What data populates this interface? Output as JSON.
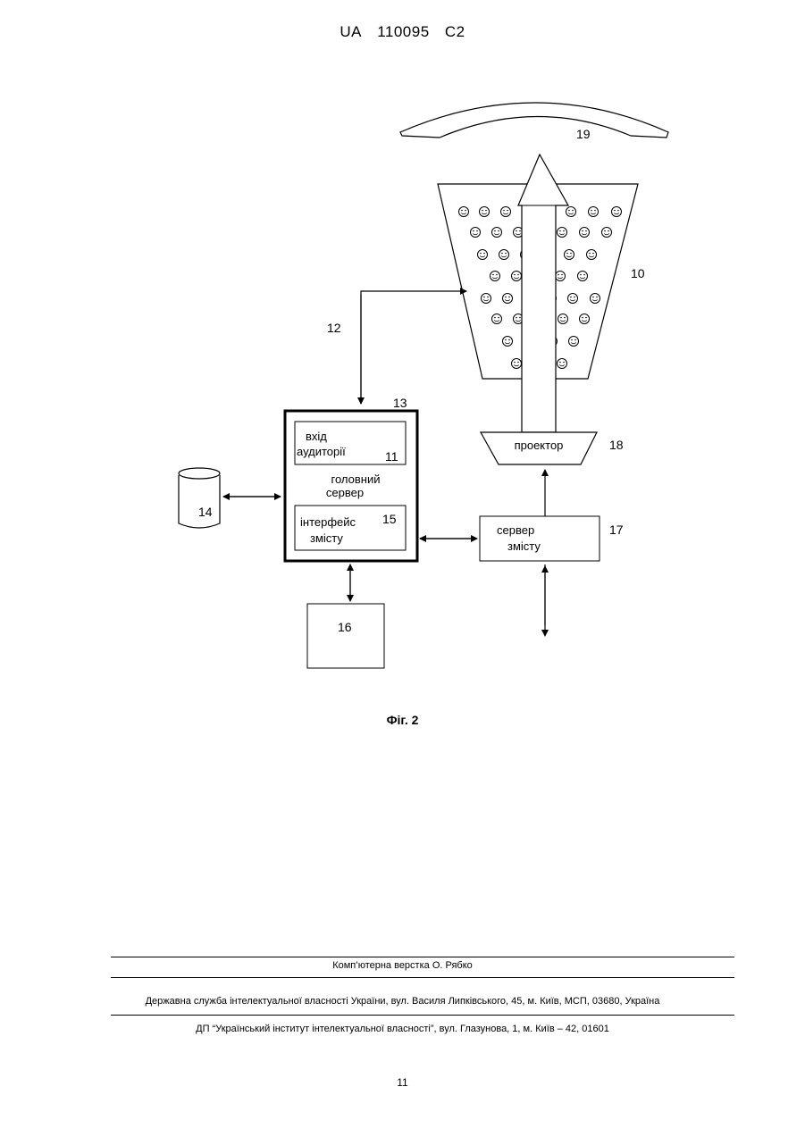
{
  "header": {
    "country": "UA",
    "number": "110095",
    "kind": "C2"
  },
  "figure": {
    "labels": {
      "n19": "19",
      "n10": "10",
      "n12": "12",
      "n13": "13",
      "n11": "11",
      "n14": "14",
      "n15": "15",
      "n16": "16",
      "n17": "17",
      "n18": "18"
    },
    "audience_input_line1": "вхід",
    "audience_input_line2": "аудиторії",
    "main_server_line1": "головний",
    "main_server_line2": "сервер",
    "content_interface_line1": "інтерфейс",
    "content_interface_line2": "змісту",
    "projector": "проектор",
    "content_server_line1": "сервер",
    "content_server_line2": "змісту",
    "caption": "Фіг. 2"
  },
  "footer": {
    "typesetting": "Комп’ютерна верстка О. Рябко",
    "agency": "Державна служба інтелектуальної власності України, вул. Василя Липківського, 45, м. Київ, МСП, 03680, Україна",
    "institute": "ДП “Український інститут інтелектуальної власності”, вул. Глазунова, 1, м. Київ – 42, 01601",
    "page_number": "11"
  }
}
